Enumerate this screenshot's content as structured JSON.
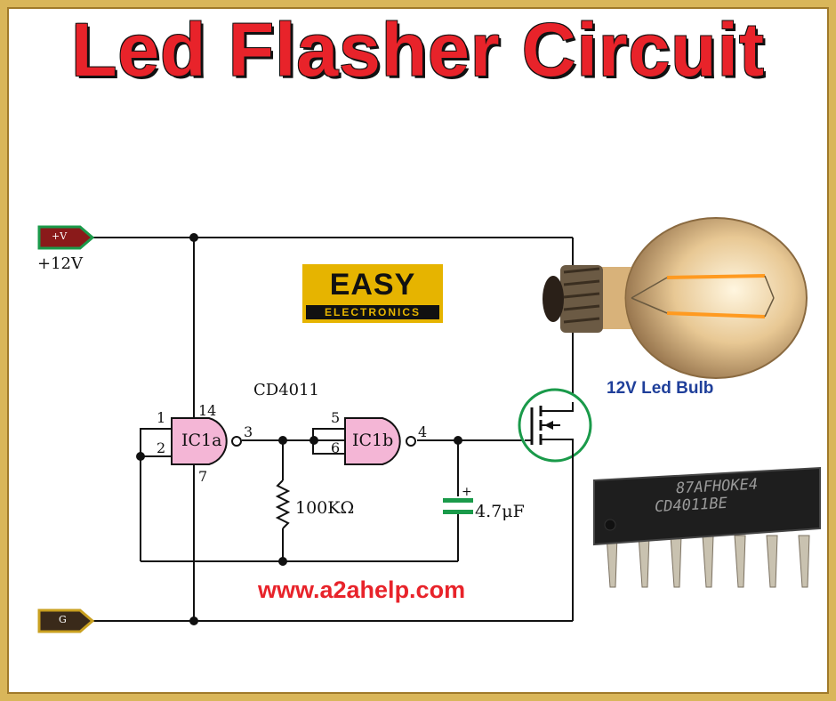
{
  "title": "Led Flasher Circuit",
  "logo": {
    "top": "EASY",
    "bottom": "ELECTRONICS"
  },
  "power": {
    "plus_tag": "+V",
    "voltage": "+12V",
    "ground_tag": "G"
  },
  "ic_name": "CD4011",
  "gates": [
    {
      "name": "IC1a",
      "pins": [
        "1",
        "2",
        "3",
        "14",
        "7"
      ]
    },
    {
      "name": "IC1b",
      "pins": [
        "5",
        "6",
        "4"
      ]
    }
  ],
  "resistor": "100KΩ",
  "capacitor": "4.7μF",
  "bulb_label": "12V Led Bulb",
  "chip_markings": {
    "line1": "87AFHOKE4",
    "line2": "CD4011BE"
  },
  "website": "www.a2ahelp.com",
  "colors": {
    "title": "#e8232a",
    "logo_bg": "#e6b400",
    "gate_fill": "#f4b6d6",
    "label_blue": "#1f3f9a"
  }
}
